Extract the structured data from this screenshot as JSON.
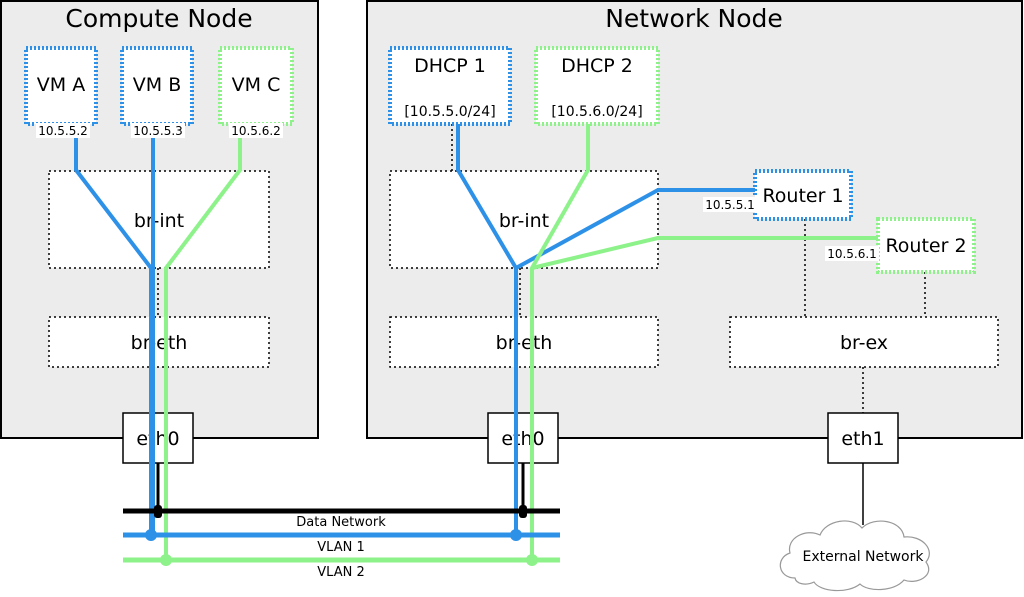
{
  "colors": {
    "blue": "#2e91e8",
    "green": "#8ef28a",
    "black": "#000000",
    "panel": "#ececec"
  },
  "compute_node": {
    "title": "Compute Node",
    "vms": [
      {
        "label": "VM A",
        "ip": "10.5.5.2",
        "color": "blue"
      },
      {
        "label": "VM B",
        "ip": "10.5.5.3",
        "color": "blue"
      },
      {
        "label": "VM C",
        "ip": "10.5.6.2",
        "color": "green"
      }
    ],
    "br_int": "br-int",
    "br_eth": "br-eth",
    "eth0": "eth0"
  },
  "network_node": {
    "title": "Network Node",
    "dhcp": [
      {
        "label": "DHCP 1",
        "subnet": "[10.5.5.0/24]",
        "color": "blue"
      },
      {
        "label": "DHCP 2",
        "subnet": "[10.5.6.0/24]",
        "color": "green"
      }
    ],
    "routers": [
      {
        "label": "Router 1",
        "ip": "10.5.5.1",
        "color": "blue"
      },
      {
        "label": "Router 2",
        "ip": "10.5.6.1",
        "color": "green"
      }
    ],
    "br_int": "br-int",
    "br_eth": "br-eth",
    "br_ex": "br-ex",
    "eth0": "eth0",
    "eth1": "eth1"
  },
  "networks": {
    "data": "Data Network",
    "vlan1": "VLAN 1",
    "vlan2": "VLAN 2",
    "external": "External Network"
  }
}
